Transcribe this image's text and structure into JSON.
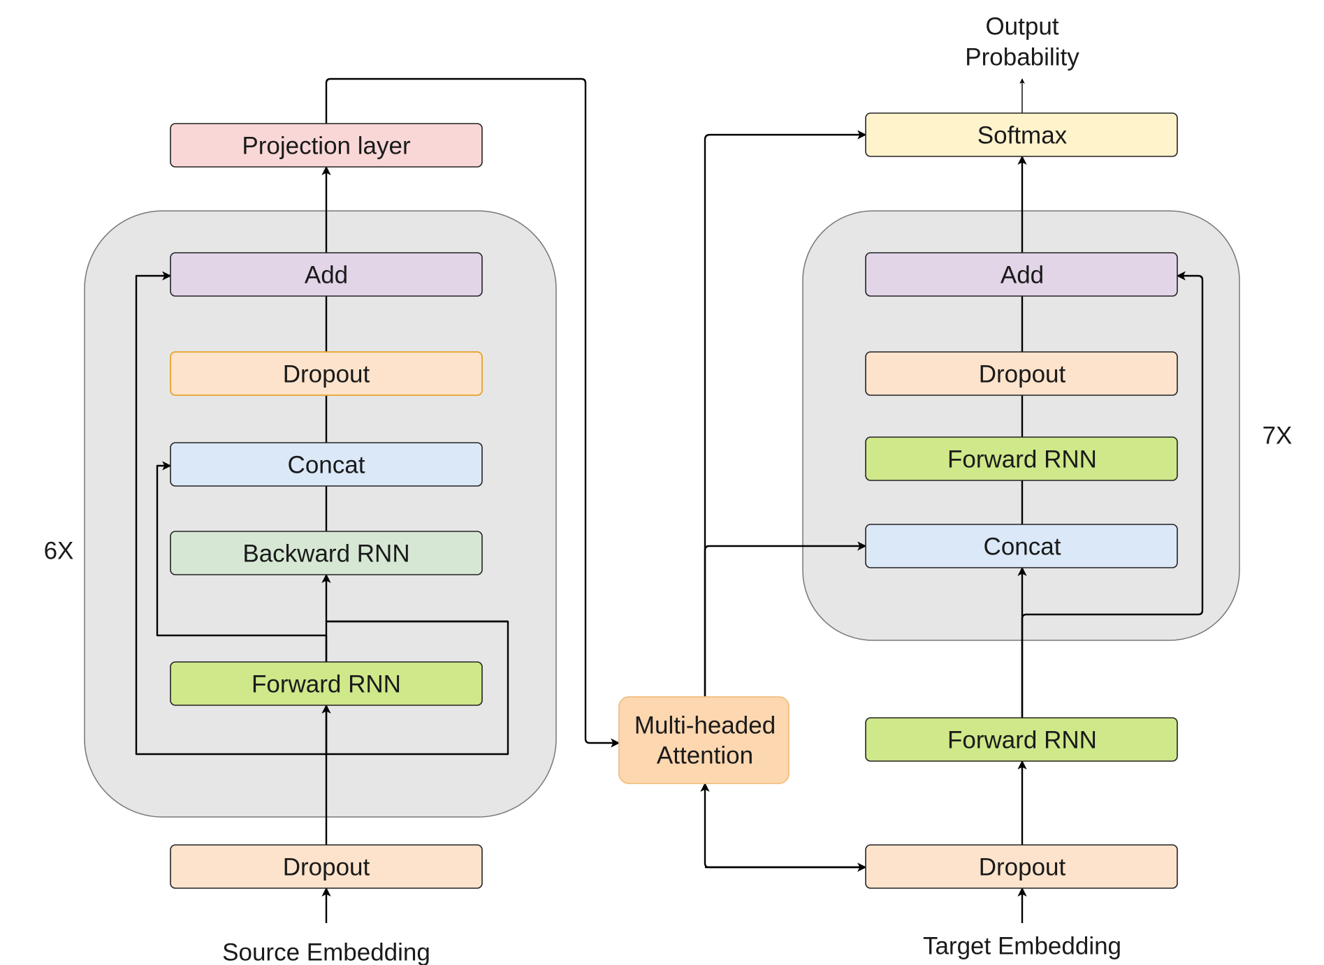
{
  "encoder": {
    "repeat": "6X",
    "projection_layer": "Projection layer",
    "add": "Add",
    "dropout": "Dropout",
    "concat": "Concat",
    "backward_rnn": "Backward RNN",
    "forward_rnn": "Forward RNN",
    "input_dropout": "Dropout",
    "input": "Source Embedding"
  },
  "attention": {
    "line1": "Multi-headed",
    "line2": "Attention"
  },
  "decoder": {
    "repeat": "7X",
    "output_line1": "Output",
    "output_line2": "Probability",
    "softmax": "Softmax",
    "add": "Add",
    "dropout": "Dropout",
    "forward_rnn": "Forward RNN",
    "concat": "Concat",
    "outer_forward_rnn": "Forward RNN",
    "input_dropout": "Dropout",
    "input": "Target Embedding"
  },
  "colors": {
    "panel": "#e6e6e6",
    "projection": "#f8d7d6",
    "add": "#e2d5e8",
    "dropout": "#fde3cc",
    "dropout_border_encoder": "#e6a22a",
    "concat": "#dbe8f8",
    "backward_rnn": "#d6e8d4",
    "forward_rnn": "#cfe88a",
    "softmax": "#fff3cc",
    "attention": "#fdd7b0"
  }
}
